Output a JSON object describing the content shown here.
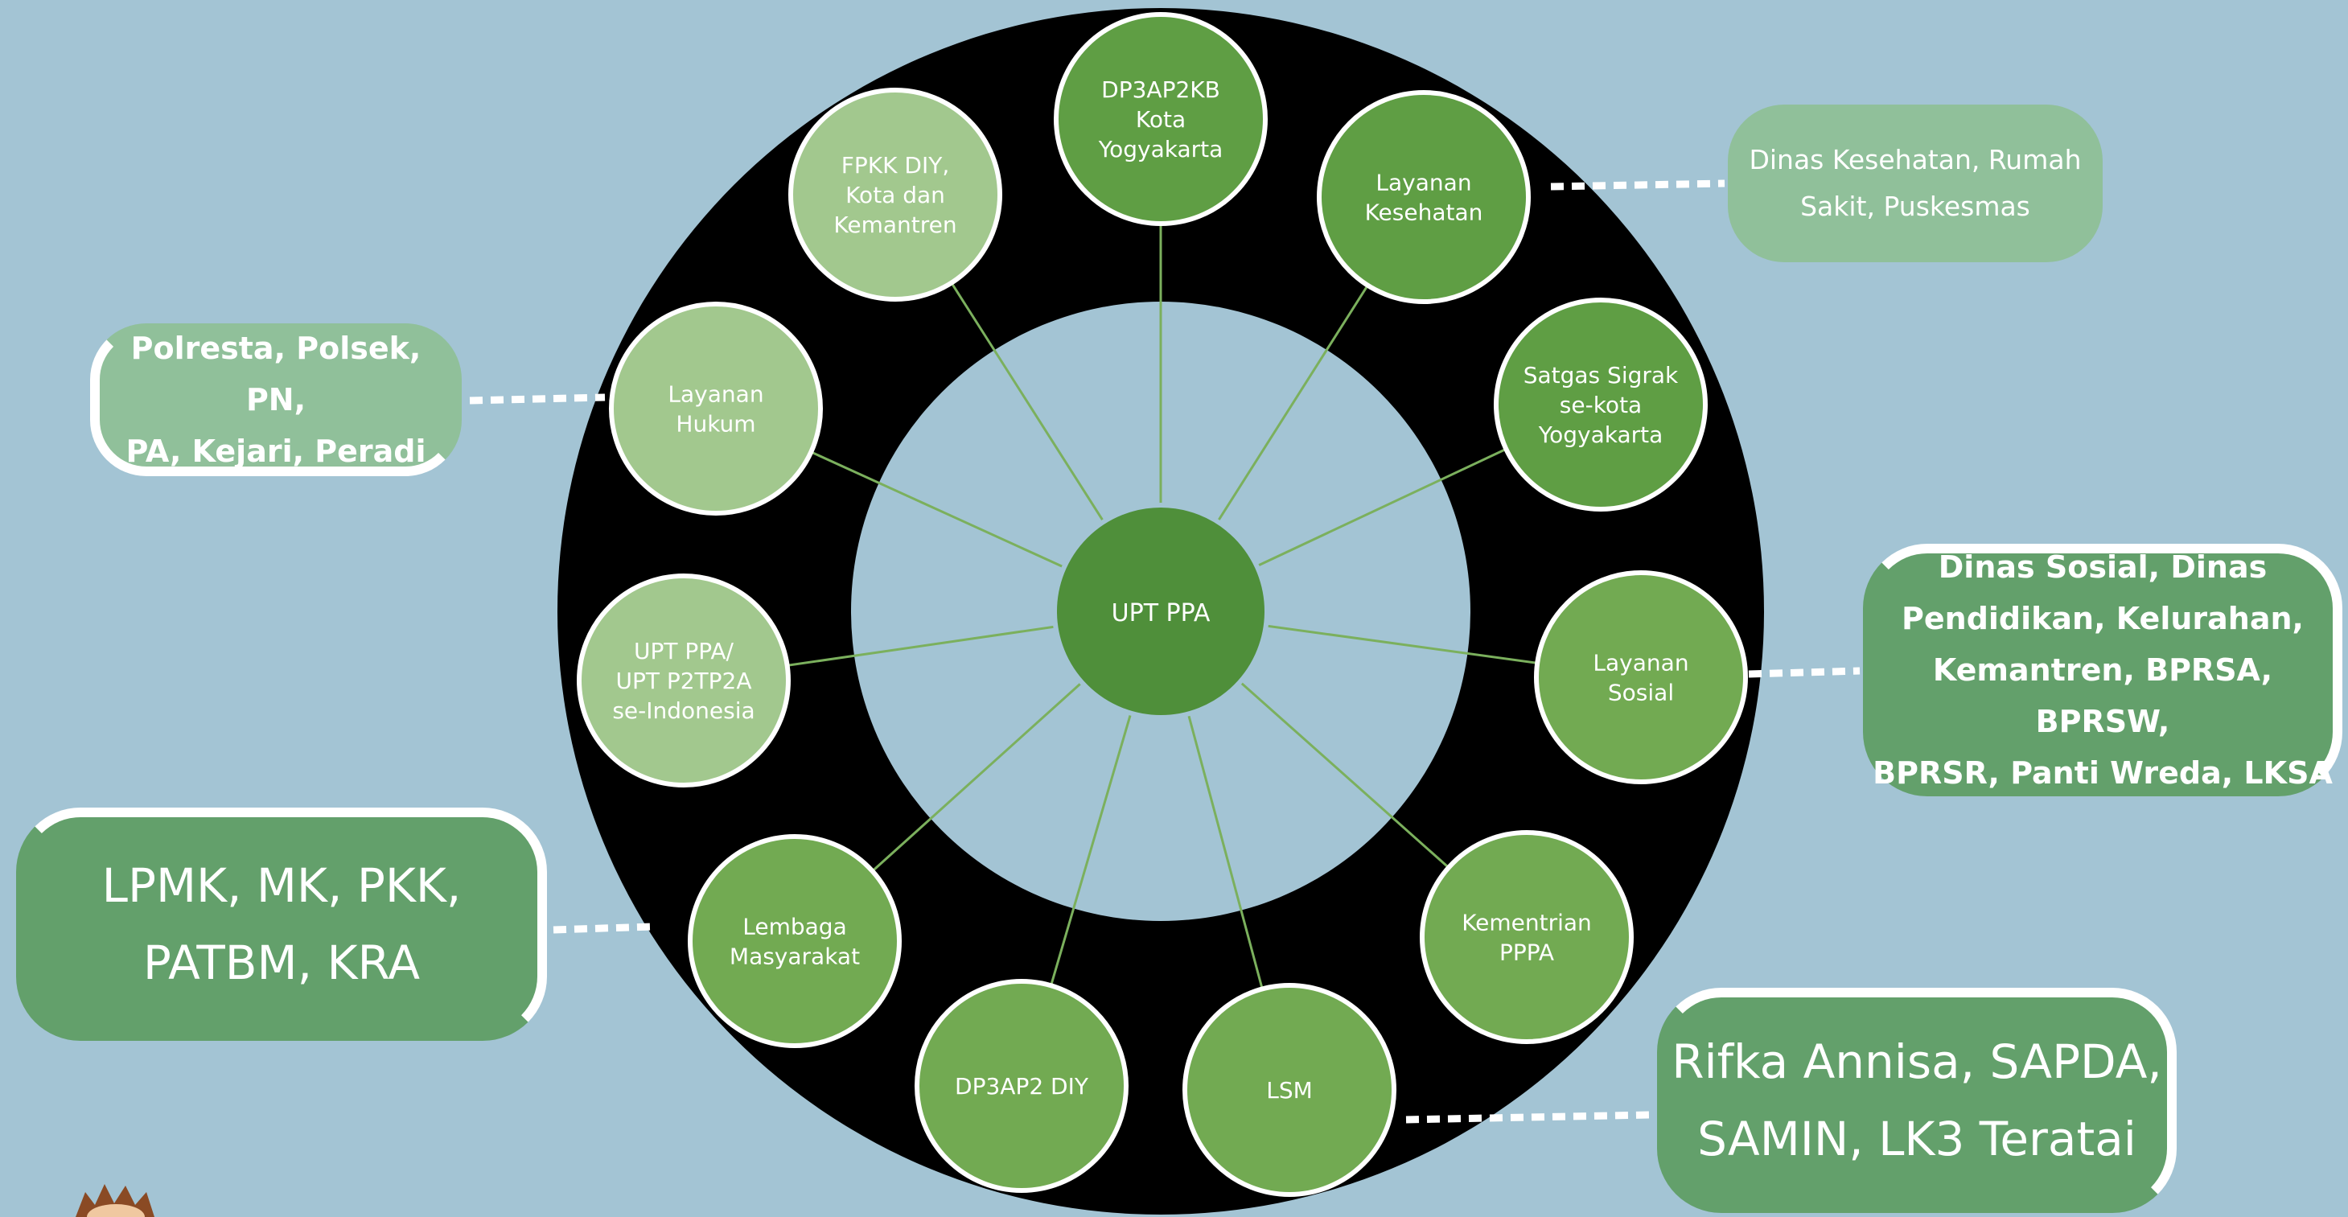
{
  "colors": {
    "background": "#a3c4d4",
    "ring": "#000000",
    "hub": "#4f8f3a",
    "dark_green": "#5f9e44",
    "mid_green": "#72aa52",
    "light_green": "#a2c88e",
    "callout_light": "#90c09a",
    "callout_dark": "#63a06b",
    "connector": "#7bb05d",
    "dots": "#ffffff"
  },
  "hub": {
    "label": "UPT PPA"
  },
  "nodes": [
    {
      "id": "dp3ap2kb",
      "lines": [
        "DP3AP2KB",
        "Kota",
        "Yogyakarta"
      ],
      "shade": "dark"
    },
    {
      "id": "layanan-kesehatan",
      "lines": [
        "Layanan",
        "Kesehatan"
      ],
      "shade": "dark"
    },
    {
      "id": "satgas-sigrak",
      "lines": [
        "Satgas Sigrak",
        "se-kota",
        "Yogyakarta"
      ],
      "shade": "dark"
    },
    {
      "id": "layanan-sosial",
      "lines": [
        "Layanan",
        "Sosial"
      ],
      "shade": "mid"
    },
    {
      "id": "kementrian-pppa",
      "lines": [
        "Kementrian",
        "PPPA"
      ],
      "shade": "mid"
    },
    {
      "id": "lsm",
      "lines": [
        "LSM"
      ],
      "shade": "mid"
    },
    {
      "id": "dp3ap2-diy",
      "lines": [
        "DP3AP2 DIY"
      ],
      "shade": "mid"
    },
    {
      "id": "lembaga-masyarakat",
      "lines": [
        "Lembaga",
        "Masyarakat"
      ],
      "shade": "mid"
    },
    {
      "id": "upt-ppa-indonesia",
      "lines": [
        "UPT PPA/",
        "UPT P2TP2A",
        "se-Indonesia"
      ],
      "shade": "light"
    },
    {
      "id": "layanan-hukum",
      "lines": [
        "Layanan",
        "Hukum"
      ],
      "shade": "light"
    },
    {
      "id": "fpkk-diy",
      "lines": [
        "FPKK DIY,",
        "Kota dan",
        "Kemantren"
      ],
      "shade": "light"
    }
  ],
  "callouts": {
    "kesehatan": {
      "lines": [
        "Dinas Kesehatan, Rumah",
        "Sakit, Puskesmas"
      ]
    },
    "hukum": {
      "lines": [
        "Polresta, Polsek, PN,",
        "PA,  Kejari, Peradi"
      ]
    },
    "sosial": {
      "lines": [
        "Dinas Sosial, Dinas",
        "Pendidikan, Kelurahan,",
        "Kemantren, BPRSA, BPRSW,",
        "BPRSR, Panti Wreda, LKSA"
      ]
    },
    "masyarakat": {
      "lines": [
        "LPMK, MK, PKK,",
        "PATBM, KRA"
      ]
    },
    "lsm": {
      "lines": [
        "Rifka Annisa, SAPDA,",
        "SAMIN,  LK3 Teratai"
      ]
    }
  }
}
